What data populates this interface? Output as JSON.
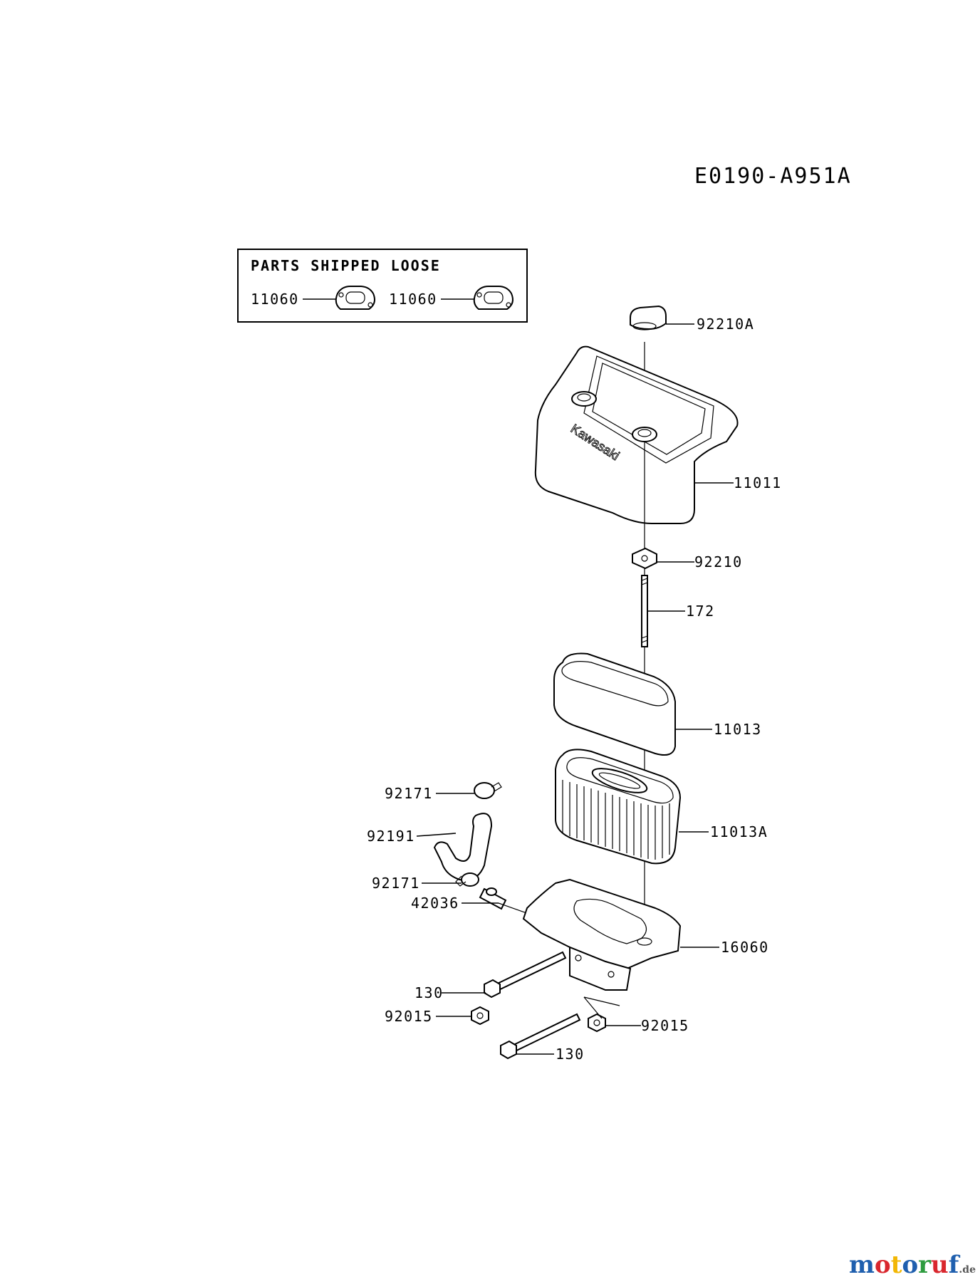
{
  "diagram_code": "E0190-A951A",
  "loose_box": {
    "title": "PARTS SHIPPED LOOSE",
    "parts": [
      "11060",
      "11060"
    ]
  },
  "parts": {
    "p92210A": "92210A",
    "p11011": "11011",
    "p92210": "92210",
    "p172": "172",
    "p11013": "11013",
    "p11013A": "11013A",
    "p92171a": "92171",
    "p92191": "92191",
    "p92171b": "92171",
    "p42036": "42036",
    "p16060": "16060",
    "p130a": "130",
    "p92015a": "92015",
    "p92015b": "92015",
    "p130b": "130"
  },
  "cover_brand": "Kawasaki",
  "watermark": {
    "letters": [
      "m",
      "o",
      "t",
      "o",
      "r",
      "u",
      "f"
    ],
    "colors": [
      "#1f5fae",
      "#d9272e",
      "#f2b705",
      "#1f5fae",
      "#2e9c3f",
      "#d9272e",
      "#1f5fae"
    ],
    "suffix": ".de"
  }
}
